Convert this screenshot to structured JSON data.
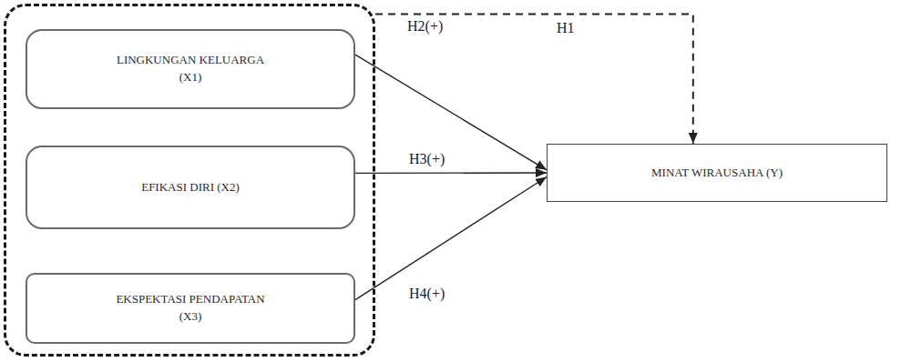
{
  "diagram": {
    "nodes": [
      {
        "text": []
      },
      {
        "text": [
          "LINGKUNGAN KELUARGA (X1)"
        ],
        "in": 0
      },
      {
        "text": [
          "EFIKASI DIRI (X2)"
        ],
        "in": 0
      },
      {
        "text": [
          "EKSPEKTASI PENDAPATAN (X3)"
        ],
        "in": 0
      },
      {
        "text": [
          "MINAT WIRAUSAHA (Y)"
        ]
      }
    ],
    "edges": [
      {
        "from": 0,
        "to": 4,
        "label": "H1",
        "arrow": "to"
      },
      {
        "from": 1,
        "to": 4,
        "label": "H2(+)",
        "arrow": "to"
      },
      {
        "from": 2,
        "to": 4,
        "label": "H3(+)",
        "arrow": "to"
      },
      {
        "from": 3,
        "to": 4,
        "label": "H4(+)",
        "arrow": "to"
      }
    ]
  }
}
